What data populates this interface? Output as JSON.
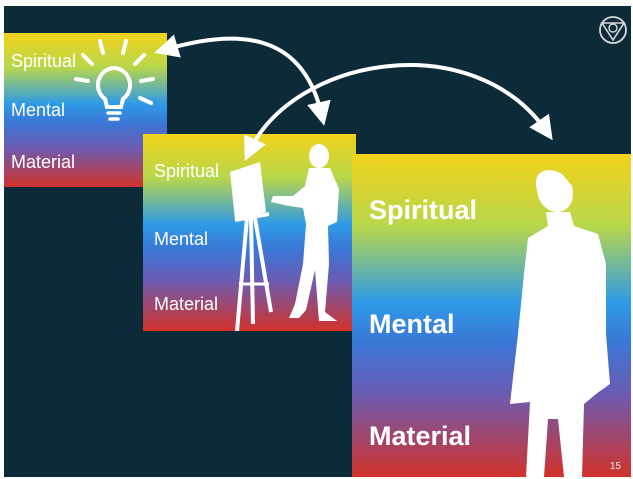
{
  "slide": {
    "page_number": "15",
    "background_color": "#0c2a38",
    "gradient_colors": [
      "#f2d21b",
      "#2e9ae8",
      "#d2322a"
    ],
    "logo_icon": "triangle-circle-emblem-icon"
  },
  "panels": {
    "small": {
      "labels": {
        "spiritual": "Spiritual",
        "mental": "Mental",
        "material": "Material"
      },
      "icon": "light-bulb-icon"
    },
    "medium": {
      "labels": {
        "spiritual": "Spiritual",
        "mental": "Mental",
        "material": "Material"
      },
      "icon": "painter-at-easel-icon"
    },
    "large": {
      "labels": {
        "spiritual": "Spiritual",
        "mental": "Mental",
        "material": "Material"
      },
      "icon": "standing-person-icon"
    }
  },
  "arrows": [
    "small-to-medium-arrow",
    "medium-to-large-arrow"
  ]
}
